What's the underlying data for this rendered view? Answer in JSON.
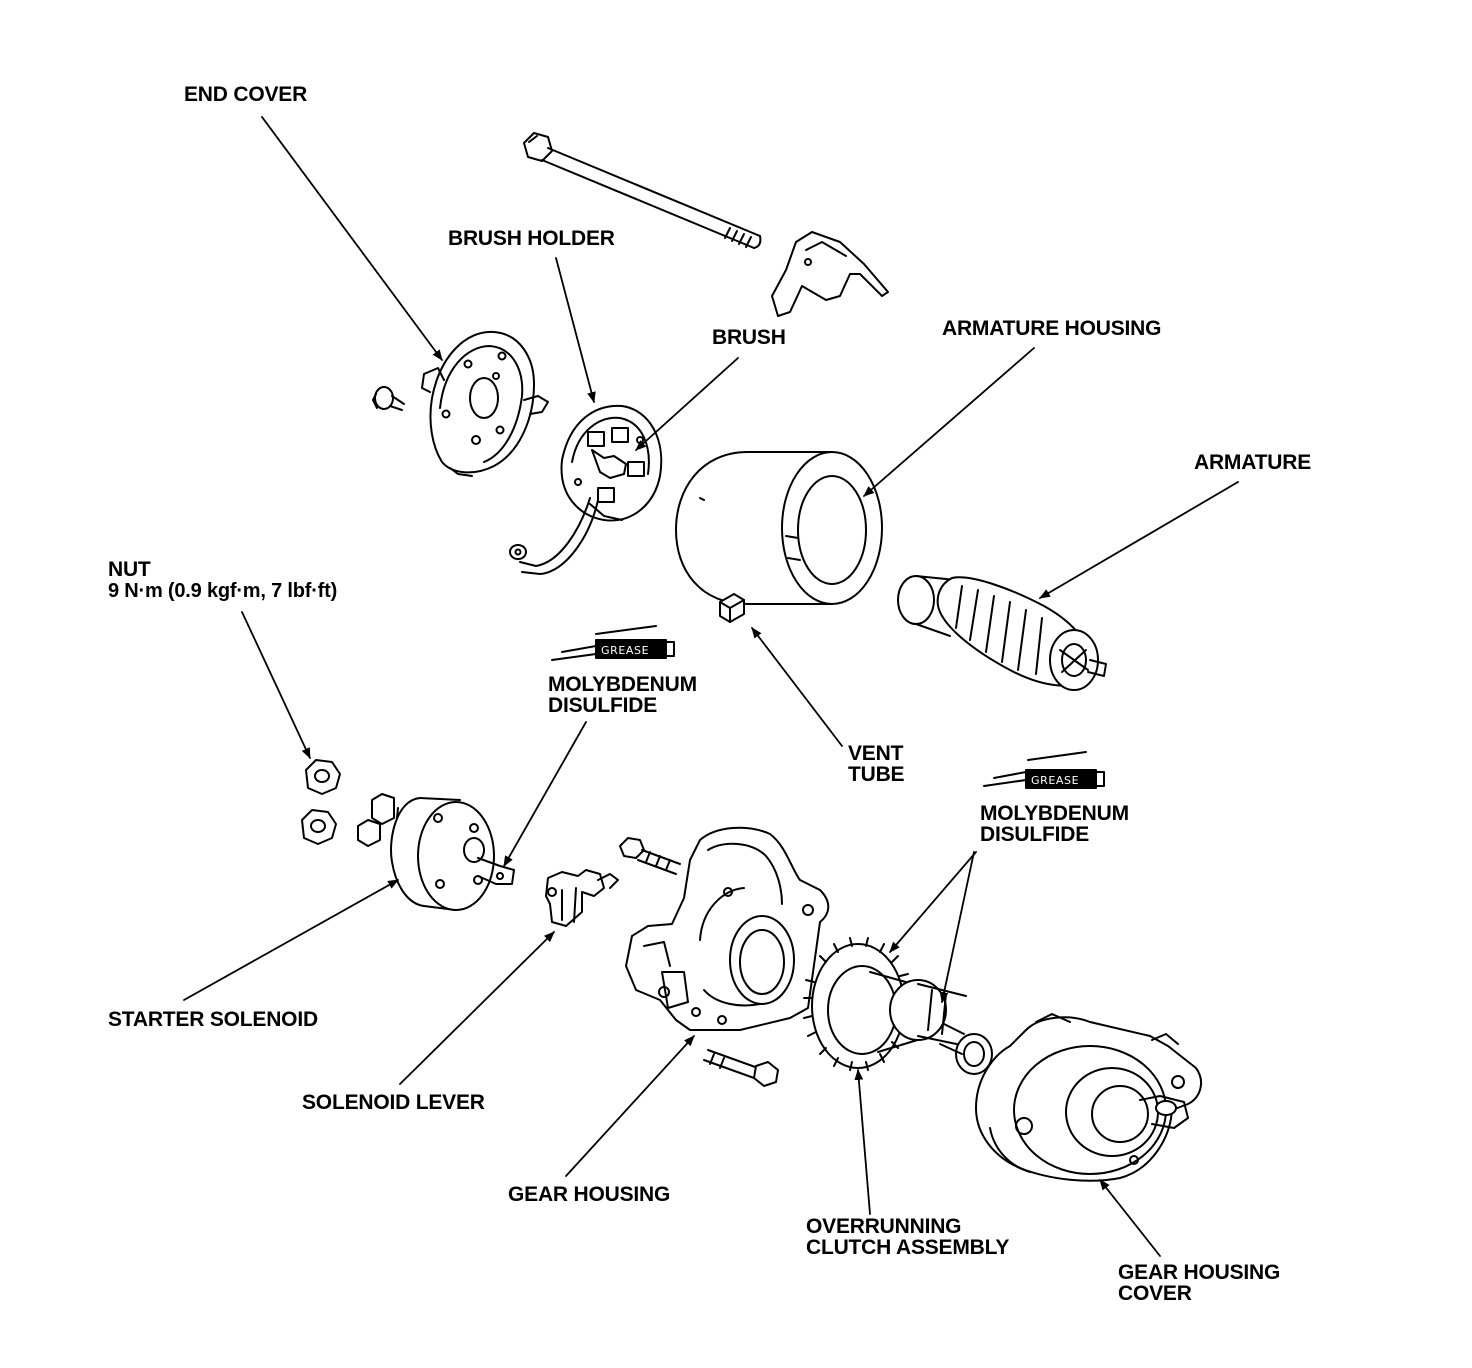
{
  "labels": {
    "end_cover": "END COVER",
    "brush_holder": "BRUSH HOLDER",
    "brush": "BRUSH",
    "armature_housing": "ARMATURE HOUSING",
    "armature": "ARMATURE",
    "nut_line1": "NUT",
    "nut_line2": "9 N·m (0.9 kgf·m, 7 lbf·ft)",
    "moly1_line1": "MOLYBDENUM",
    "moly1_line2": "DISULFIDE",
    "vent_line1": "VENT",
    "vent_line2": "TUBE",
    "moly2_line1": "MOLYBDENUM",
    "moly2_line2": "DISULFIDE",
    "starter_solenoid": "STARTER SOLENOID",
    "solenoid_lever": "SOLENOID LEVER",
    "gear_housing": "GEAR HOUSING",
    "clutch_line1": "OVERRUNNING",
    "clutch_line2": "CLUTCH ASSEMBLY",
    "cover_line1": "GEAR HOUSING",
    "cover_line2": "COVER",
    "grease_tube_1": "GREASE",
    "grease_tube_2": "GREASE"
  },
  "colors": {
    "ink": "#000000",
    "paper": "#ffffff"
  }
}
